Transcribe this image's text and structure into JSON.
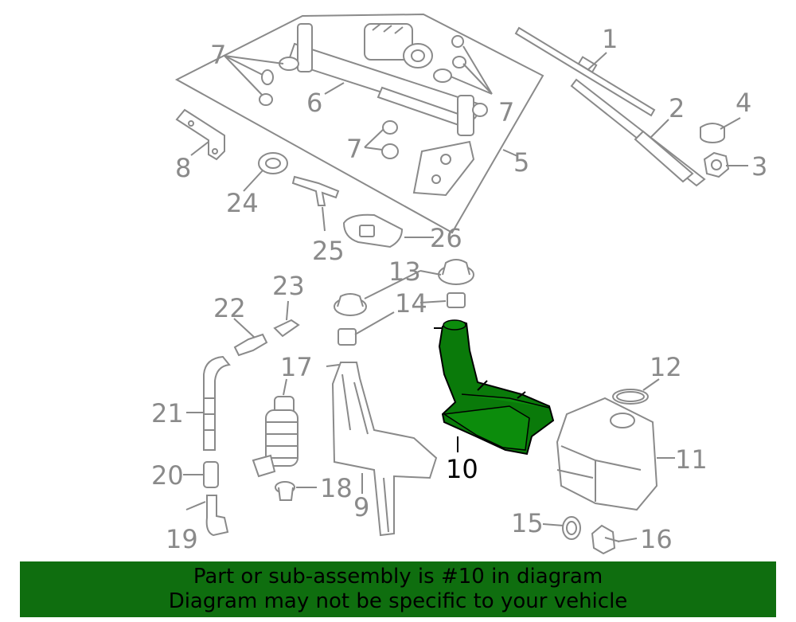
{
  "callouts": {
    "c1": "1",
    "c2": "2",
    "c3": "3",
    "c4": "4",
    "c5": "5",
    "c6": "6",
    "c7a": "7",
    "c7b": "7",
    "c7c": "7",
    "c8": "8",
    "c9": "9",
    "c10": "10",
    "c11": "11",
    "c12": "12",
    "c13": "13",
    "c14": "14",
    "c15": "15",
    "c16": "16",
    "c17": "17",
    "c18": "18",
    "c19": "19",
    "c20": "20",
    "c21": "21",
    "c22": "22",
    "c23": "23",
    "c24": "24",
    "c25": "25",
    "c26": "26"
  },
  "highlight": {
    "part": "10",
    "color": "#0a7a0a"
  },
  "banner": {
    "line1": "Part or sub-assembly is #10 in diagram",
    "line2": "Diagram may not be specific to your vehicle",
    "color": "#0f6e0f"
  }
}
